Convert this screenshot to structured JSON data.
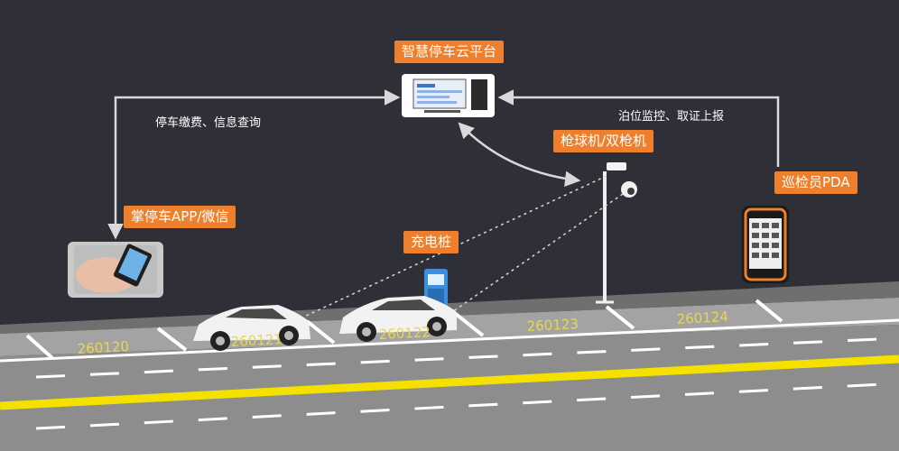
{
  "labels": {
    "cloud_platform": "智慧停车云平台",
    "payment_query": "停车缴费、信息查询",
    "monitoring": "泊位监控、取证上报",
    "camera": "枪球机/双枪机",
    "inspector_pda": "巡检员PDA",
    "app_wechat": "掌停车APP/微信",
    "charging_pile": "充电桩"
  },
  "parking_spaces": [
    "260120",
    "260121",
    "260122",
    "260123",
    "260124"
  ],
  "colors": {
    "background": "#2f2f38",
    "tag": "#ee7f2d",
    "road": "#8d8d8d",
    "yellow_line": "#f5e100",
    "space_number": "#e9d74a",
    "arrow": "#d9d9d9"
  }
}
